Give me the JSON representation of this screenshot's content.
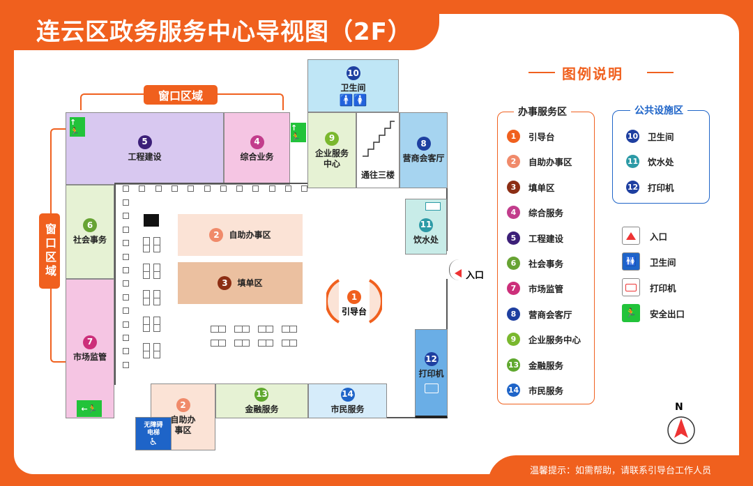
{
  "title": "连云区政务服务中心导视图（2F）",
  "colors": {
    "orange": "#f0601e",
    "n1": "#f0601e",
    "n2": "#f08a6a",
    "n3": "#8c2e14",
    "n4": "#c23c8c",
    "n5": "#3c1f78",
    "n6": "#67a333",
    "n7": "#cc2f7a",
    "n8": "#1e3fa0",
    "n9": "#7ab82e",
    "n10": "#1e3fa0",
    "n11": "#2c9aa6",
    "n12": "#1e3fa0",
    "n13": "#5fa82e",
    "n14": "#1e64c8"
  },
  "map": {
    "window_area_top": "窗口区域",
    "window_area_left": "窗口区域",
    "rooms": {
      "r5": {
        "num": "5",
        "label": "工程建设"
      },
      "r4": {
        "num": "4",
        "label": "综合业务"
      },
      "r9": {
        "num": "9",
        "label": "企业服务中心"
      },
      "r10": {
        "num": "10",
        "label": "卫生间"
      },
      "r8": {
        "num": "8",
        "label": "营商会客厅"
      },
      "stairs": "通往三楼",
      "r6": {
        "num": "6",
        "label": "社会事务"
      },
      "r7": {
        "num": "7",
        "label": "市场监管"
      },
      "r11": {
        "num": "11",
        "label": "饮水处"
      },
      "r12": {
        "num": "12",
        "label": "打印机"
      },
      "r2a": {
        "num": "2",
        "label": "自助办事区"
      },
      "r3": {
        "num": "3",
        "label": "填单区"
      },
      "r1": {
        "num": "1",
        "label": "引导台"
      },
      "r2b": {
        "num": "2",
        "label": "自助办事区"
      },
      "r13": {
        "num": "13",
        "label": "金融服务"
      },
      "r14": {
        "num": "14",
        "label": "市民服务"
      },
      "elevator": "无障碍电梯",
      "entrance": "入口"
    }
  },
  "legend": {
    "title": "图例说明",
    "service_title": "办事服务区",
    "public_title": "公共设施区",
    "service_items": [
      {
        "num": "1",
        "label": "引导台"
      },
      {
        "num": "2",
        "label": "自助办事区"
      },
      {
        "num": "3",
        "label": "填单区"
      },
      {
        "num": "4",
        "label": "综合服务"
      },
      {
        "num": "5",
        "label": "工程建设"
      },
      {
        "num": "6",
        "label": "社会事务"
      },
      {
        "num": "7",
        "label": "市场监管"
      },
      {
        "num": "8",
        "label": "营商会客厅"
      },
      {
        "num": "9",
        "label": "企业服务中心"
      },
      {
        "num": "13",
        "label": "金融服务"
      },
      {
        "num": "14",
        "label": "市民服务"
      }
    ],
    "public_items": [
      {
        "num": "10",
        "label": "卫生间"
      },
      {
        "num": "11",
        "label": "饮水处"
      },
      {
        "num": "12",
        "label": "打印机"
      }
    ],
    "symbols": [
      {
        "icon": "entrance-icon",
        "label": "入口"
      },
      {
        "icon": "toilet-icon",
        "label": "卫生间"
      },
      {
        "icon": "printer-icon",
        "label": "打印机"
      },
      {
        "icon": "exit-icon",
        "label": "安全出口"
      }
    ],
    "compass": "N"
  },
  "footer": "温馨提示：如需帮助，请联系引导台工作人员"
}
